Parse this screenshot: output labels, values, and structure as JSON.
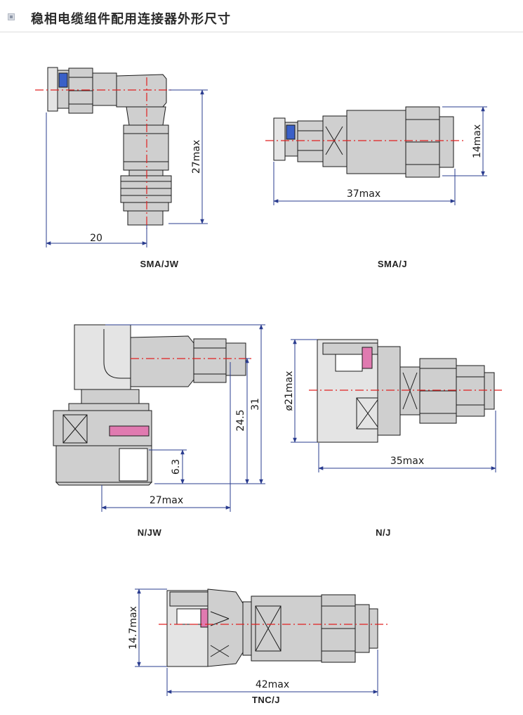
{
  "header": {
    "title": "稳相电缆组件配用连接器外形尺寸"
  },
  "diagrams": [
    {
      "label": "SMA/JW",
      "dims": [
        "20",
        "27max"
      ]
    },
    {
      "label": "SMA/J",
      "dims": [
        "37max",
        "14max"
      ]
    },
    {
      "label": "N/JW",
      "dims": [
        "27max",
        "24.5",
        "31",
        "6.3"
      ]
    },
    {
      "label": "N/J",
      "dims": [
        "35max",
        "ø21max"
      ]
    },
    {
      "label": "TNC/J",
      "dims": [
        "42max",
        "14.7max"
      ]
    }
  ],
  "colors": {
    "line": "#1a1a1a",
    "metal": "#cfcfcf",
    "centerline": "#e02020",
    "dimension": "#2a3c8f",
    "insulator_blue": "#3a60c8",
    "seal_pink": "#e07ab0"
  }
}
